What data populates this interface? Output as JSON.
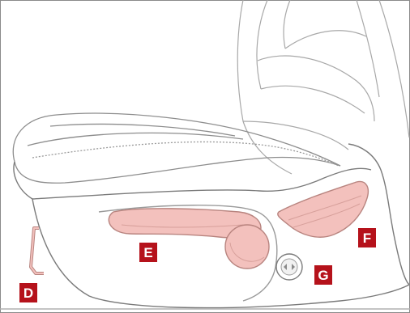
{
  "colors": {
    "callout_bg": "#b5121b",
    "callout_text": "#ffffff",
    "highlight_fill": "#f3c1bd",
    "highlight_stroke": "#b8847f",
    "line": "#a8a8a8",
    "outline": "#6f6f6f",
    "frame": "#8a8a8a"
  },
  "callouts": {
    "d": "D",
    "e": "E",
    "f": "F",
    "g": "G"
  }
}
